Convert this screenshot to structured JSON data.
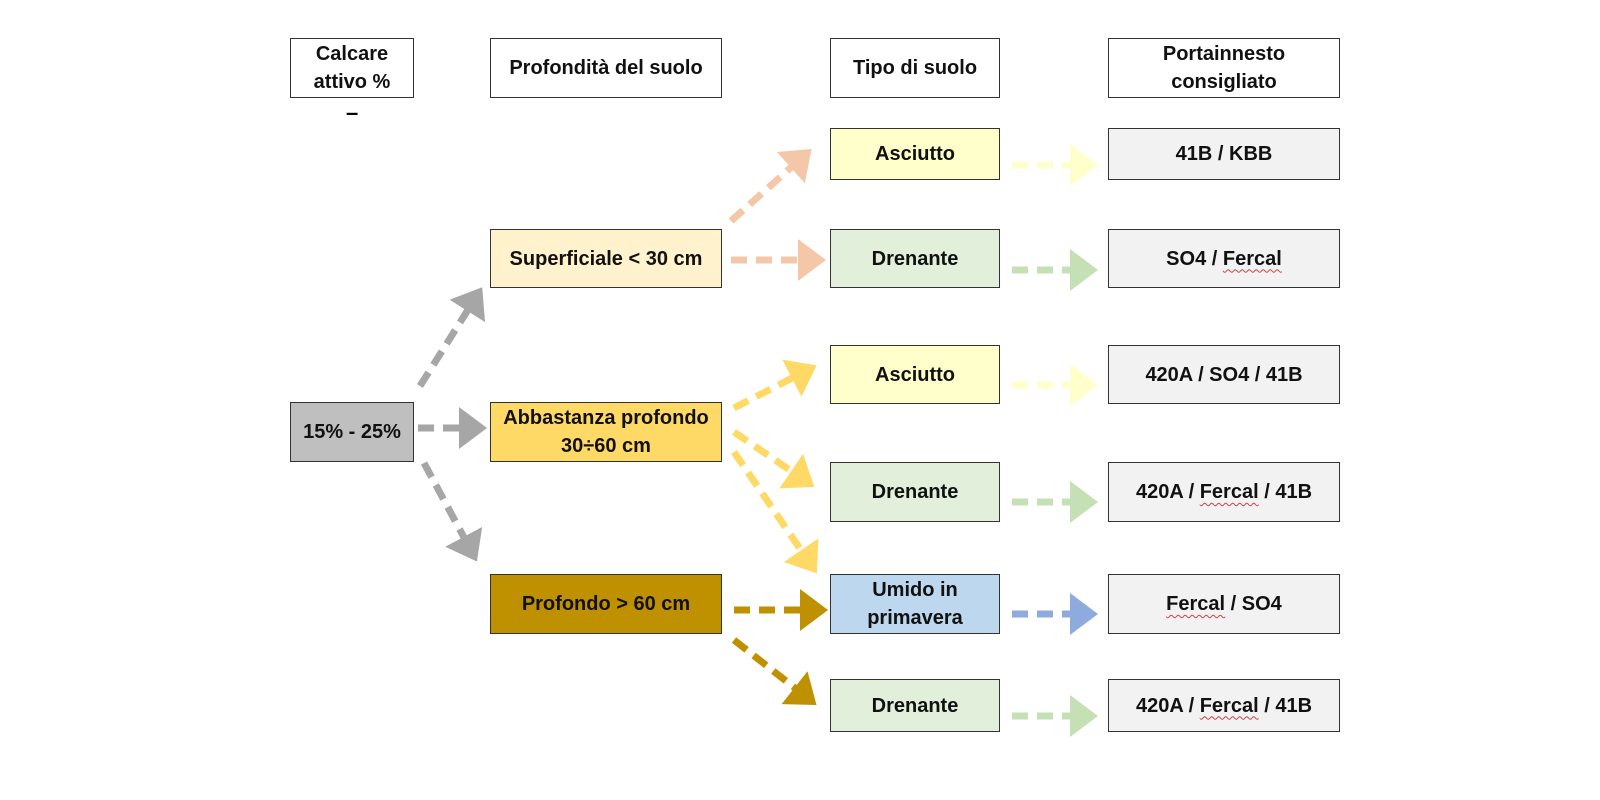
{
  "headers": {
    "calcare": "Calcare attivo %",
    "profondita": "Profondità del suolo",
    "tipo": "Tipo di suolo",
    "portainnesto": "Portainnesto consigliato"
  },
  "header_dash": "–",
  "root": "15% - 25%",
  "depths": {
    "superficiale": "Superficiale < 30 cm",
    "abbastanza": "Abbastanza profondo 30÷60 cm",
    "profondo": "Profondo > 60 cm"
  },
  "soils": {
    "s1": "Asciutto",
    "s2": "Drenante",
    "s3": "Asciutto",
    "s4": "Drenante",
    "s5": "Umido in primavera",
    "s6": "Drenante"
  },
  "rootstocks": {
    "r1": "41B / KBB",
    "r2": [
      "SO4 / ",
      "Fercal"
    ],
    "r3": "420A / SO4 / 41B",
    "r4": [
      "420A / ",
      "Fercal",
      " / 41B"
    ],
    "r5": [
      "Fercal",
      " / SO4"
    ],
    "r6": [
      "420A / ",
      "Fercal",
      " / 41B"
    ]
  },
  "colors": {
    "grey_arrow": "#a6a6a6",
    "peach_arrow": "#f4c7a8",
    "yellow_arrow": "#ffd966",
    "brown_arrow": "#bf9000",
    "green_arrow": "#c5e0b4",
    "lightyellow_arrow": "#ffffcc",
    "blue_arrow": "#8faadc"
  }
}
